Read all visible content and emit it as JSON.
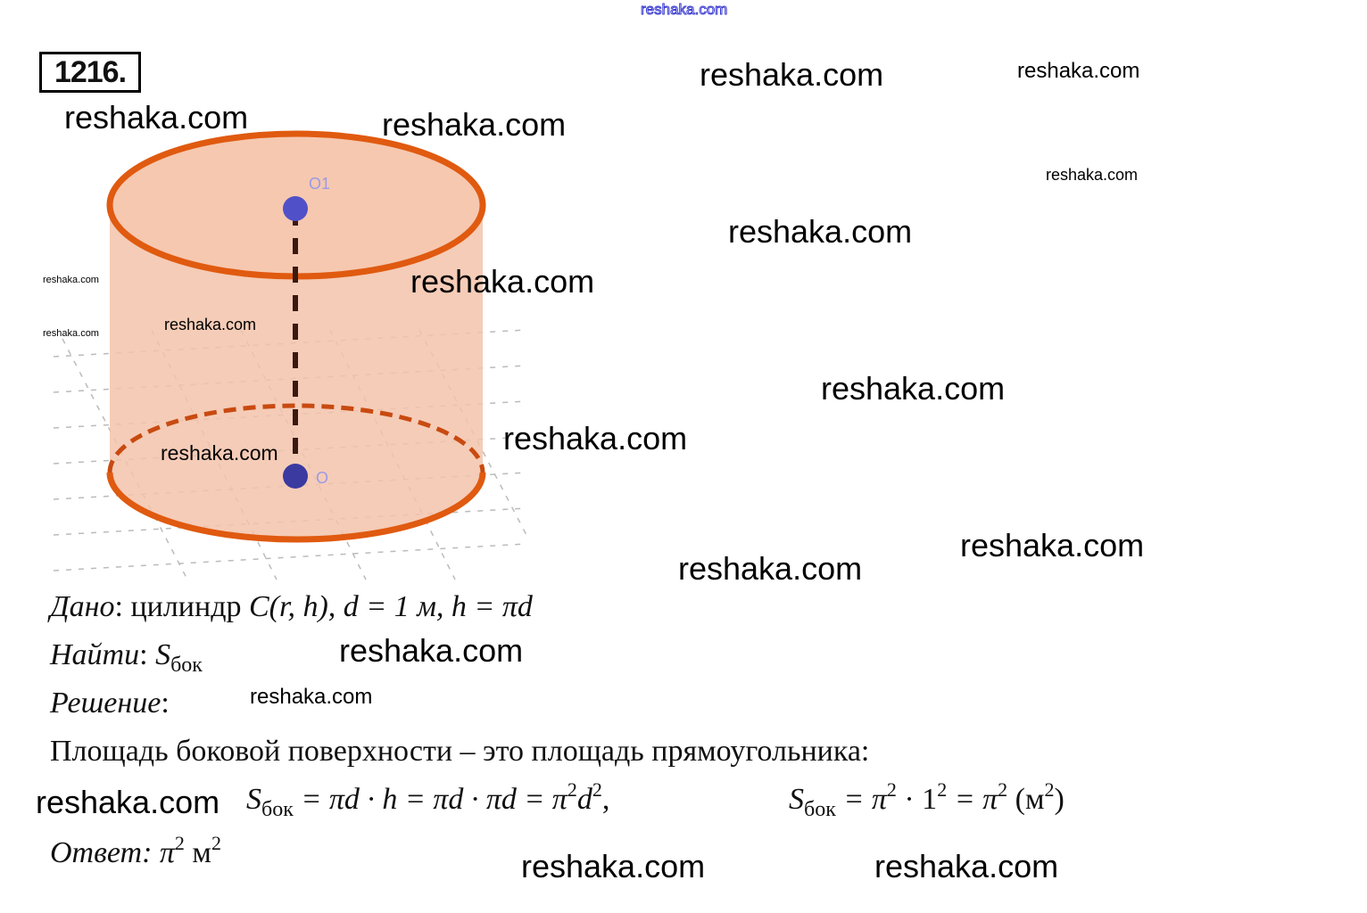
{
  "problem_number": "1216.",
  "watermark": "reshaka.com",
  "figure": {
    "top_center_label": "O1",
    "bottom_center_label": "O"
  },
  "given": {
    "label": "Дано",
    "text": ": цилиндр ",
    "math": "C(r, h), d = 1 м, h = πd"
  },
  "find": {
    "label": "Найти",
    "sep": ": ",
    "symbol": "S",
    "sub": "бок"
  },
  "solution_label": "Решение",
  "solution_text": "Площадь боковой поверхности – это площадь прямоугольника:",
  "formula1": {
    "lhs": "S",
    "sub": "бок",
    "rhs": " = πd · h = πd · πd = π",
    "exp1": "2",
    "mid": "d",
    "exp2": "2",
    "end": ","
  },
  "formula2": {
    "lhs": "S",
    "sub": "бок",
    "rhs": " = π",
    "e1": "2",
    "mid": " · 1",
    "e2": "2",
    "mid2": " = π",
    "e3": "2",
    "unit": " (м",
    "e4": "2",
    "close": ")"
  },
  "answer": {
    "label": "Ответ",
    "sep": ": π",
    "e1": "2",
    "unit": " м",
    "e2": "2"
  },
  "colors": {
    "cylinder_fill": "#f3c3aa",
    "cylinder_edge": "#e05a10",
    "point": "#5050c8"
  }
}
